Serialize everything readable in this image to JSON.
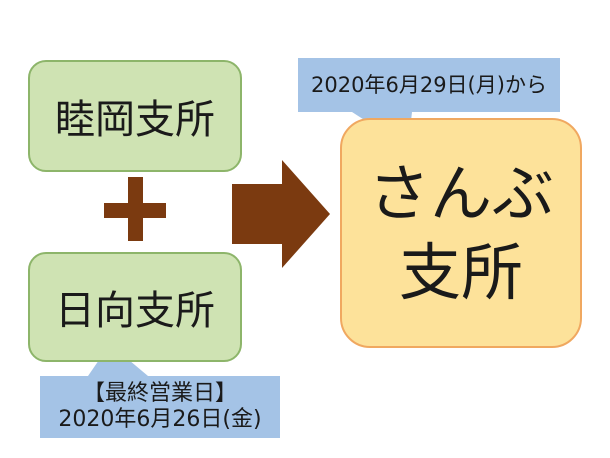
{
  "boxes": {
    "mutsuoka": "睦岡支所",
    "hyuga": "日向支所",
    "sanbu_line1": "さんぶ",
    "sanbu_line2": "支所"
  },
  "callouts": {
    "start_date": "2020年6月29日(月)から",
    "last_day_label": "【最終営業日】",
    "last_day_date": "2020年6月26日(金)"
  },
  "colors": {
    "green_fill": "#cfe3b3",
    "yellow_fill": "#fde29a",
    "arrow_brown": "#7b3a10",
    "callout_blue": "#a4c3e6"
  }
}
